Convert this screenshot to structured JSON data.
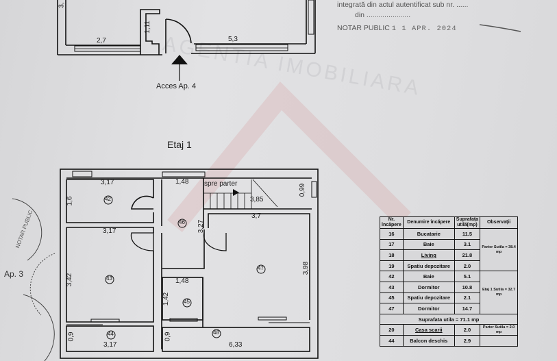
{
  "notary": {
    "line1": "integrată din actul autentificat sub nr. ......",
    "line2": "din ......................",
    "line3_label": "NOTAR PUBLIC",
    "line3_date": "1 1  APR. 2024"
  },
  "watermark": "AGENTIA IMOBILIARA",
  "parter_plan": {
    "dim_left_top": "3,",
    "dim_corridor": "1,11",
    "dim_bottom_left": "2,7",
    "dim_bottom_right": "5,3",
    "entrance_label": "Acces Ap. 4"
  },
  "etaj_plan": {
    "title": "Etaj 1",
    "stair_label": "spre parter",
    "rooms": [
      {
        "nr": "42",
        "dims": [
          "3,17",
          "1,6"
        ]
      },
      {
        "nr": "46",
        "dims": [
          "1,48",
          "3,27"
        ]
      },
      {
        "nr": "43",
        "dims": [
          "3,17",
          "3,42"
        ]
      },
      {
        "nr": "45",
        "dims": [
          "1,48",
          "1,42"
        ]
      },
      {
        "nr": "47",
        "dims": [
          "3,7",
          "3,98"
        ]
      },
      {
        "nr": "44",
        "dims": [
          "3,17",
          "0,9"
        ]
      },
      {
        "nr": "48",
        "dims": [
          "6,33",
          "0,9"
        ]
      }
    ],
    "dim_stair": "3,85",
    "dim_stair_right": "0,99"
  },
  "stamp_left": {
    "text1": "NOTAR PUBLIC",
    "text2": "Ap. 3"
  },
  "table": {
    "headers": [
      "Nr. încăpere",
      "Denumire încăpere",
      "Suprafața utilă(mp)",
      "Observații"
    ],
    "rows": [
      {
        "nr": "16",
        "name": "Bucatarie",
        "area": "11.5"
      },
      {
        "nr": "17",
        "name": "Baie",
        "area": "3.1"
      },
      {
        "nr": "18",
        "name": "Living",
        "area": "21.8"
      },
      {
        "nr": "19",
        "name": "Spatiu depozitare",
        "area": "2.0"
      },
      {
        "nr": "42",
        "name": "Baie",
        "area": "5.1"
      },
      {
        "nr": "43",
        "name": "Dormitor",
        "area": "10.8"
      },
      {
        "nr": "45",
        "name": "Spatiu depozitare",
        "area": "2.1"
      },
      {
        "nr": "47",
        "name": "Dormitor",
        "area": "14.7"
      }
    ],
    "obs_parter": "Parter Sutila = 38.4 mp",
    "obs_etaj": "Etaj 1 Sutila = 32.7 mp",
    "total_label": "Suprafata utila  =  71.1 mp",
    "extra_rows": [
      {
        "nr": "20",
        "name": "Casa scarii",
        "area": "2.0",
        "obs": "Parter Sutila = 2.0 mp"
      },
      {
        "nr": "44",
        "name": "Balcon deschis",
        "area": "2.9",
        "obs": ""
      }
    ]
  }
}
